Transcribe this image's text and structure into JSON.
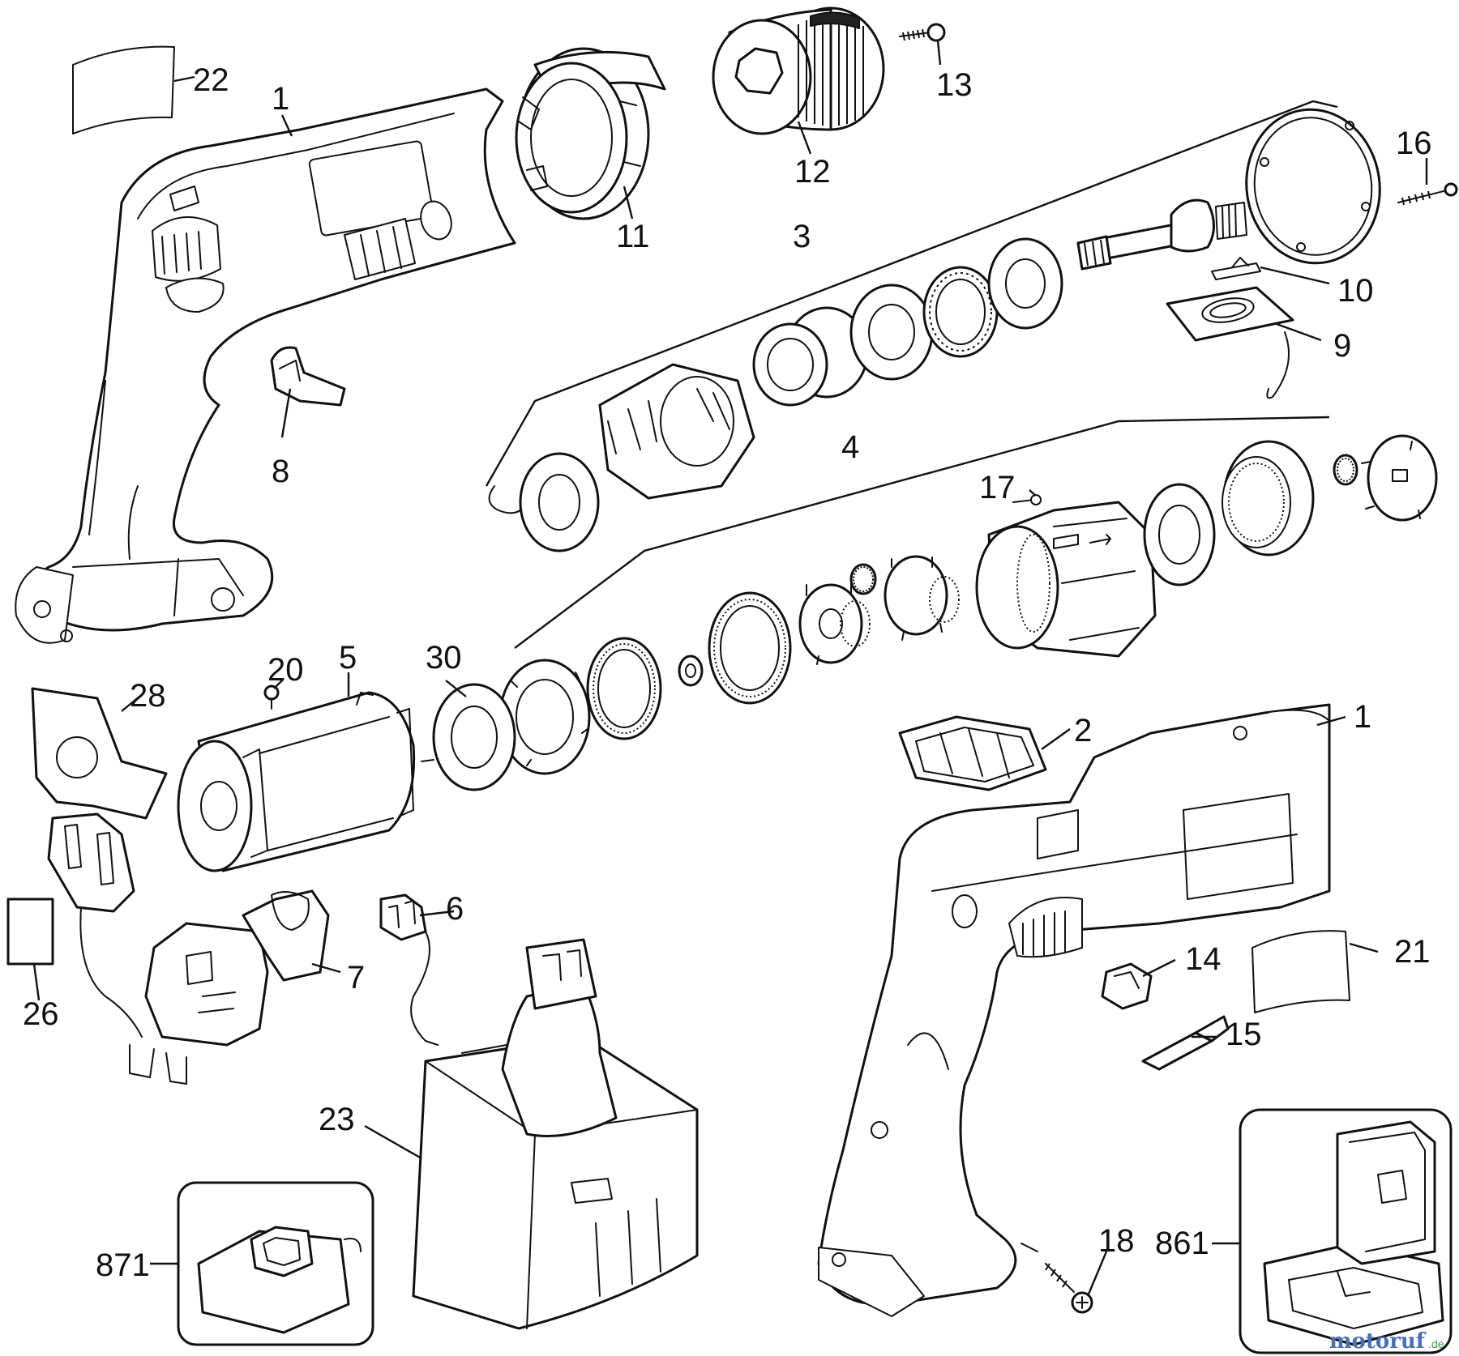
{
  "callouts": [
    {
      "label": "22"
    },
    {
      "label": "1"
    },
    {
      "label": "11"
    },
    {
      "label": "12"
    },
    {
      "label": "13"
    },
    {
      "label": "3"
    },
    {
      "label": "16"
    },
    {
      "label": "10"
    },
    {
      "label": "9"
    },
    {
      "label": "8"
    },
    {
      "label": "4"
    },
    {
      "label": "17"
    },
    {
      "label": "20"
    },
    {
      "label": "5"
    },
    {
      "label": "30"
    },
    {
      "label": "28"
    },
    {
      "label": "2"
    },
    {
      "label": "1"
    },
    {
      "label": "6"
    },
    {
      "label": "7"
    },
    {
      "label": "26"
    },
    {
      "label": "14"
    },
    {
      "label": "21"
    },
    {
      "label": "15"
    },
    {
      "label": "23"
    },
    {
      "label": "871"
    },
    {
      "label": "18"
    },
    {
      "label": "861"
    }
  ],
  "watermark": {
    "text": "motoruf",
    "suffix": ".de"
  },
  "colors": {
    "line": "#111111",
    "background": "#ffffff",
    "watermark": [
      "#4a6fb5",
      "#d23a3a",
      "#e0a020",
      "#3a9a4a"
    ]
  }
}
